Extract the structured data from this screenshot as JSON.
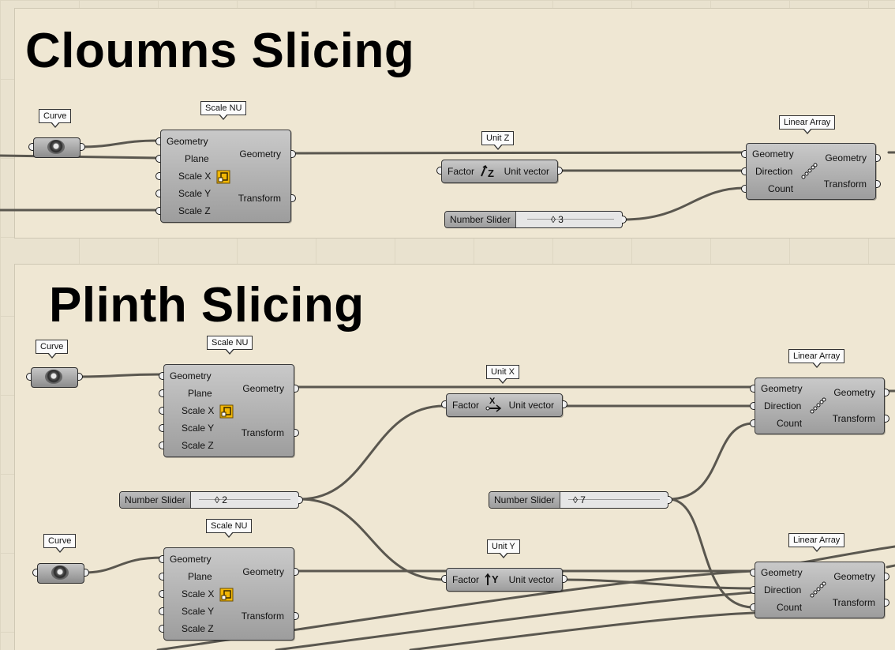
{
  "sections": {
    "columns_title": "Cloumns Slicing",
    "plinth_title": "Plinth Slicing"
  },
  "components": {
    "curve_label": "Curve",
    "scale_nu": {
      "label": "Scale NU",
      "in_geometry": "Geometry",
      "in_plane": "Plane",
      "in_scale_x": "Scale X",
      "in_scale_y": "Scale Y",
      "in_scale_z": "Scale Z",
      "out_geometry": "Geometry",
      "out_transform": "Transform"
    },
    "unit_z": {
      "label": "Unit Z",
      "in": "Factor",
      "out": "Unit vector",
      "glyph": "Z"
    },
    "unit_x": {
      "label": "Unit X",
      "in": "Factor",
      "out": "Unit vector",
      "glyph": "X"
    },
    "unit_y": {
      "label": "Unit Y",
      "in": "Factor",
      "out": "Unit vector",
      "glyph": "Y"
    },
    "linear_array": {
      "label": "Linear Array",
      "in_geometry": "Geometry",
      "in_direction": "Direction",
      "in_count": "Count",
      "out_geometry": "Geometry",
      "out_transform": "Transform"
    }
  },
  "sliders": {
    "name": "Number Slider",
    "columns_count": "◊ 3",
    "plinth_factor": "◊ 2",
    "plinth_count": "◊ 7"
  },
  "colors": {
    "canvas": "#e9e2cf",
    "group": "#efe7d3",
    "component": "#a8a8a8",
    "wire": "#5a574f",
    "scale_icon": "#f2b705"
  },
  "icons": [
    "curve-param-icon",
    "scale-nu-icon",
    "unit-z-icon",
    "unit-x-icon",
    "unit-y-icon",
    "linear-array-icon"
  ]
}
